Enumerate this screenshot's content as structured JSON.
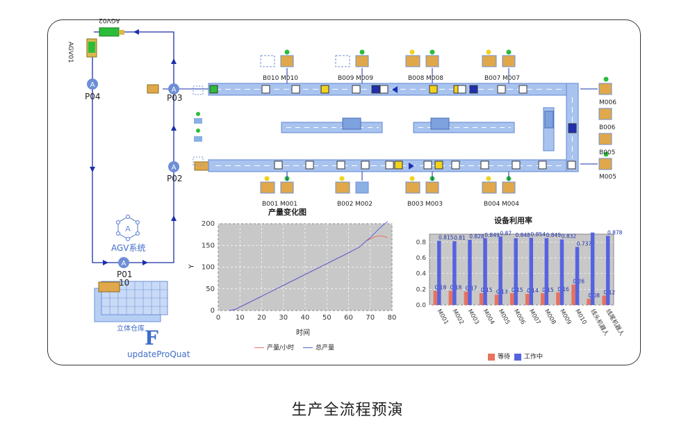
{
  "caption": "生产全流程预演",
  "agv": {
    "agv01": "AGV01",
    "agv02": "AGV02",
    "system_label": "AGV系统",
    "points": [
      {
        "name": "P04"
      },
      {
        "name": "P03"
      },
      {
        "name": "P02"
      },
      {
        "name": "P01",
        "sub": "10"
      }
    ]
  },
  "warehouse_label": "立体仓库",
  "function_label": "updateProQuat",
  "function_icon": "F",
  "stations_top": [
    {
      "buffer": "B010",
      "machine": "M010"
    },
    {
      "buffer": "B009",
      "machine": "M009"
    },
    {
      "buffer": "B008",
      "machine": "M008"
    },
    {
      "buffer": "B007",
      "machine": "M007"
    }
  ],
  "stations_bottom": [
    {
      "buffer": "B001",
      "machine": "M001"
    },
    {
      "buffer": "B002",
      "machine": "M002"
    },
    {
      "buffer": "B003",
      "machine": "M003"
    },
    {
      "buffer": "B004",
      "machine": "M004"
    }
  ],
  "right_stations": [
    {
      "machine": "M006"
    },
    {
      "machine": "B006"
    },
    {
      "machine": "B005"
    },
    {
      "machine": "M005"
    }
  ],
  "colors": {
    "belt": "#a9c3ef",
    "belt_border": "#5d84d0",
    "agv_path": "#1a2fa8",
    "point": "#6d8fd6",
    "yellow": "#f2d21c",
    "green": "#2bbd3a",
    "navy": "#1f2fb0",
    "wait": "#e8725e",
    "work": "#5663e0"
  },
  "chart_data": [
    {
      "type": "line",
      "title": "产量变化图",
      "xlabel": "时间",
      "ylabel": "Y",
      "xlim": [
        0,
        80
      ],
      "ylim": [
        0,
        200
      ],
      "xticks": [
        "0",
        "10",
        "20",
        "30",
        "40",
        "50",
        "60",
        "70",
        "80"
      ],
      "yticks": [
        "0",
        "50",
        "100",
        "150",
        "200"
      ],
      "grid": true,
      "legend_position": "bottom",
      "series": [
        {
          "name": "产量/小时",
          "color": "#e8725e",
          "x": [
            5,
            8,
            10,
            20,
            30,
            40,
            50,
            60,
            65,
            68,
            70,
            72,
            74,
            76,
            78
          ],
          "y": [
            0,
            3,
            8,
            33,
            58,
            83,
            108,
            133,
            146,
            160,
            165,
            170,
            172,
            171,
            168
          ]
        },
        {
          "name": "总产量",
          "color": "#5663e0",
          "x": [
            5,
            8,
            10,
            20,
            30,
            40,
            50,
            60,
            65,
            68,
            70,
            72,
            74,
            76,
            78
          ],
          "y": [
            0,
            3,
            8,
            33,
            58,
            83,
            108,
            133,
            146,
            160,
            168,
            178,
            188,
            197,
            205
          ]
        }
      ]
    },
    {
      "type": "bar",
      "title": "设备利用率",
      "ylim": [
        0,
        0.9
      ],
      "yticks": [
        "0.0",
        "0.2",
        "0.4",
        "0.6",
        "0.8"
      ],
      "grid": true,
      "legend_position": "bottom",
      "categories": [
        "M001",
        "M002",
        "M003",
        "M004",
        "M005",
        "M006",
        "M007",
        "M008",
        "M009",
        "M010",
        "线头机器人",
        "线尾机器人"
      ],
      "series": [
        {
          "name": "等待",
          "color": "#e8725e",
          "values": [
            0.18,
            0.18,
            0.17,
            0.15,
            0.13,
            0.15,
            0.14,
            0.15,
            0.16,
            0.26,
            0.08,
            0.12
          ],
          "labels": [
            "0.18",
            "0.18",
            "0.17",
            "0.15",
            "0.13",
            "0.15",
            "0.14",
            "0.15",
            "0.16",
            "0.26",
            "0.08",
            "0.12"
          ]
        },
        {
          "name": "工作中",
          "color": "#5663e0",
          "values": [
            0.815,
            0.81,
            0.828,
            0.849,
            0.87,
            0.848,
            0.854,
            0.849,
            0.832,
            0.737,
            0.92,
            0.878
          ],
          "labels": [
            "0.815",
            "0.81",
            "0.828",
            "0.849",
            "0.87",
            "0.848",
            "0.854",
            "0.849",
            "0.832",
            "0.737",
            "",
            "0.878"
          ]
        }
      ]
    }
  ]
}
